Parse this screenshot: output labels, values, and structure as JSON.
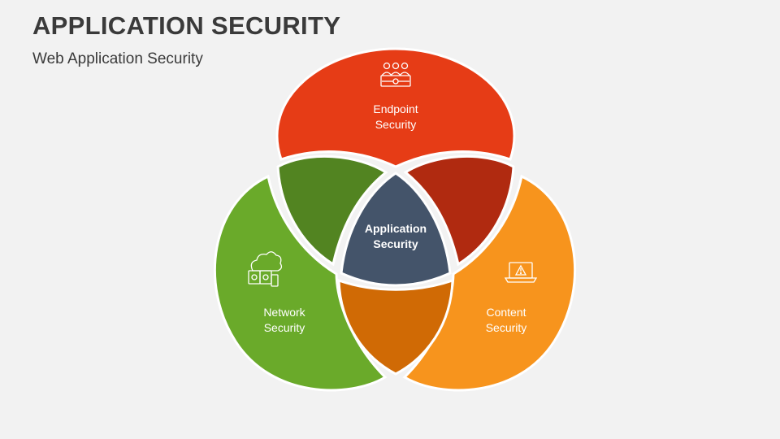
{
  "header": {
    "title": "APPLICATION SECURITY",
    "subtitle": "Web Application Security"
  },
  "diagram": {
    "center": {
      "line1": "Application",
      "line2": "Security",
      "color": "#44546a"
    },
    "circles": [
      {
        "id": "endpoint",
        "line1": "Endpoint",
        "line2": "Security",
        "color": "#e63c16",
        "icon": "people-network-icon"
      },
      {
        "id": "network",
        "line1": "Network",
        "line2": "Security",
        "color": "#6aaa2a",
        "icon": "cloud-network-icon"
      },
      {
        "id": "content",
        "line1": "Content",
        "line2": "Security",
        "color": "#f7941d",
        "icon": "laptop-warning-icon"
      }
    ],
    "overlaps": [
      {
        "id": "endpoint-network",
        "color": "#528421"
      },
      {
        "id": "endpoint-content",
        "color": "#b02a10"
      },
      {
        "id": "network-content",
        "color": "#d06a05"
      }
    ]
  }
}
